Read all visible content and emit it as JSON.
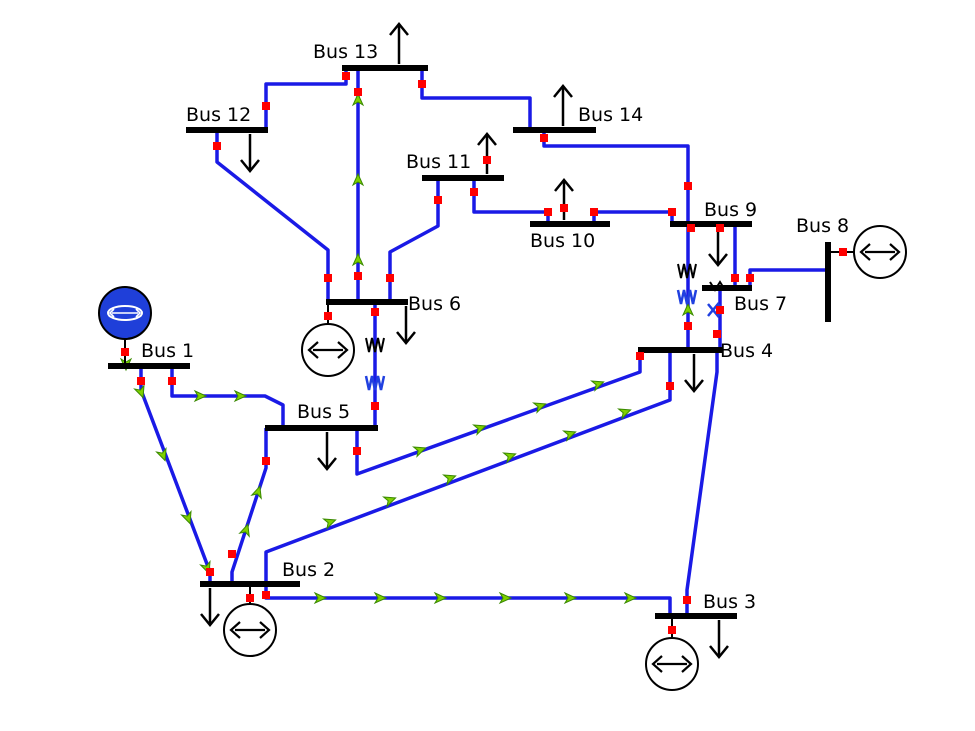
{
  "colors": {
    "line": "#1a1ae6",
    "bus": "#000000",
    "breaker": "#ff0000",
    "flow_arrow": "#7fd000",
    "slack_gen_fill": "#1f3fd9",
    "transformer": "#2040e0"
  },
  "buses": [
    {
      "id": "bus1",
      "label": "Bus 1"
    },
    {
      "id": "bus2",
      "label": "Bus 2"
    },
    {
      "id": "bus3",
      "label": "Bus 3"
    },
    {
      "id": "bus4",
      "label": "Bus 4"
    },
    {
      "id": "bus5",
      "label": "Bus 5"
    },
    {
      "id": "bus6",
      "label": "Bus 6"
    },
    {
      "id": "bus7",
      "label": "Bus 7"
    },
    {
      "id": "bus8",
      "label": "Bus 8"
    },
    {
      "id": "bus9",
      "label": "Bus 9"
    },
    {
      "id": "bus10",
      "label": "Bus 10"
    },
    {
      "id": "bus11",
      "label": "Bus 11"
    },
    {
      "id": "bus12",
      "label": "Bus 12"
    },
    {
      "id": "bus13",
      "label": "Bus 13"
    },
    {
      "id": "bus14",
      "label": "Bus 14"
    }
  ],
  "generators": [
    {
      "id": "gen-bus1",
      "bus": "Bus 1",
      "style": "slack"
    },
    {
      "id": "gen-bus2",
      "bus": "Bus 2",
      "style": "normal"
    },
    {
      "id": "gen-bus3",
      "bus": "Bus 3",
      "style": "normal"
    },
    {
      "id": "gen-bus6",
      "bus": "Bus 6",
      "style": "normal"
    },
    {
      "id": "gen-bus8",
      "bus": "Bus 8",
      "style": "normal"
    }
  ],
  "loads": [
    "Bus 2",
    "Bus 3",
    "Bus 4",
    "Bus 5",
    "Bus 6",
    "Bus 9",
    "Bus 10",
    "Bus 11",
    "Bus 12",
    "Bus 13",
    "Bus 14"
  ]
}
